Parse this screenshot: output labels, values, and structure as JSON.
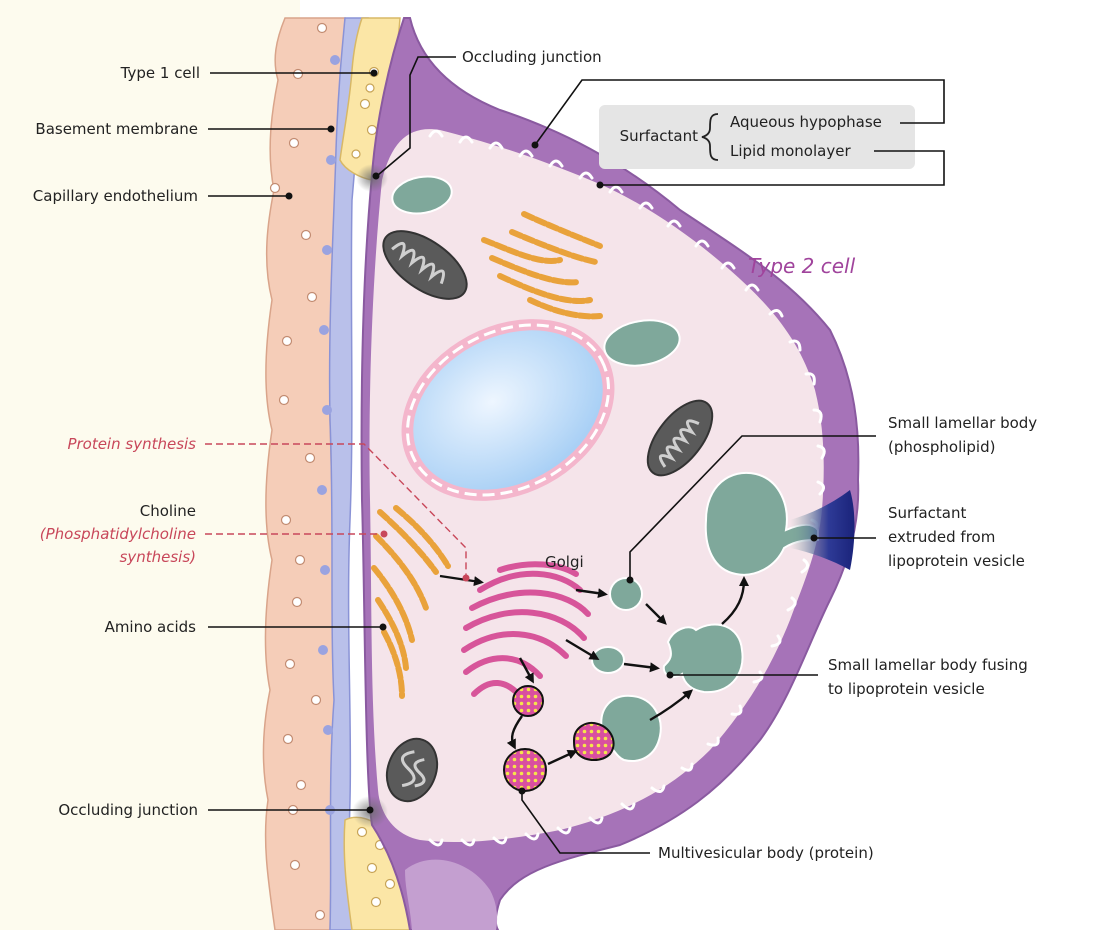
{
  "labels": {
    "type1_cell": "Type 1 cell",
    "basement_membrane": "Basement membrane",
    "capillary_endothelium": "Capillary endothelium",
    "occluding_junction_top": "Occluding junction",
    "occluding_junction_bottom": "Occluding junction",
    "surfactant": "Surfactant",
    "aqueous_hypophase": "Aqueous hypophase",
    "lipid_monolayer": "Lipid monolayer",
    "type2_cell": "Type 2 cell",
    "protein_synthesis": "Protein synthesis",
    "choline": "Choline",
    "phosphatidylcholine_line1": "(Phosphatidylcholine",
    "phosphatidylcholine_line2": "synthesis)",
    "amino_acids": "Amino acids",
    "golgi": "Golgi",
    "small_lamellar_body_line1": "Small lamellar body",
    "small_lamellar_body_line2": "(phospholipid)",
    "surfactant_extruded_line1": "Surfactant",
    "surfactant_extruded_line2": "extruded from",
    "surfactant_extruded_line3": "lipoprotein vesicle",
    "fusing_line1": "Small lamellar body fusing",
    "fusing_line2": "to lipoprotein vesicle",
    "multivesicular_body": "Multivesicular body (protein)"
  },
  "colors": {
    "background_fluid": "#fdfbee",
    "capillary_endothelium": "#f5cdb8",
    "basement_membrane": "#b9c0ea",
    "type1_cell": "#fbe6a6",
    "type2_membrane": "#a673b8",
    "cytoplasm": "#f5e4ea",
    "nucleus": "#b9dcf8",
    "mitochondrion": "#5a5a5a",
    "er": "#e9a23b",
    "golgi": "#d7559a",
    "lamellar_body": "#7fa89b",
    "extrusion": "#1e2a80",
    "red_label": "#c8475a",
    "type2_label": "#a0449c"
  }
}
